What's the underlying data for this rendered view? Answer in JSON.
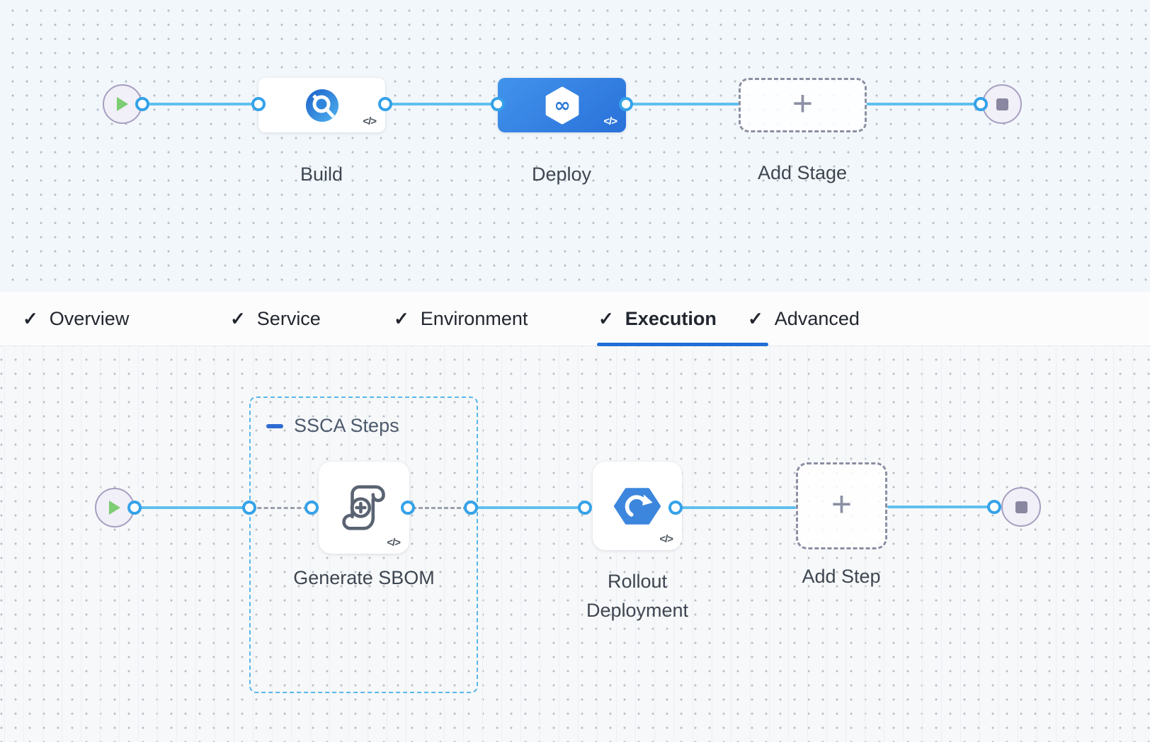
{
  "stage_pipeline": {
    "build_label": "Build",
    "deploy_label": "Deploy",
    "add_stage_label": "Add Stage",
    "selected_stage": "Deploy"
  },
  "tabs": {
    "active": "Execution",
    "items": [
      {
        "label": "Overview"
      },
      {
        "label": "Service"
      },
      {
        "label": "Environment"
      },
      {
        "label": "Execution"
      },
      {
        "label": "Advanced"
      }
    ]
  },
  "execution_pipeline": {
    "group_label": "SSCA Steps",
    "generate_sbom_label": "Generate SBOM",
    "rollout_label": "Rollout Deployment",
    "add_step_label": "Add Step"
  },
  "icons": {
    "code": "</>",
    "plus": "+",
    "check": "✓"
  },
  "colors": {
    "connector_blue": "#60c0ee",
    "port_blue": "#35a2e8",
    "selected_stage_blue": "#2f7fe2",
    "tab_underline_blue": "#1f6fd6",
    "group_border_blue": "#58b7ea",
    "dashed_gray": "#9aa1ac",
    "play_green": "#7ccd73"
  }
}
